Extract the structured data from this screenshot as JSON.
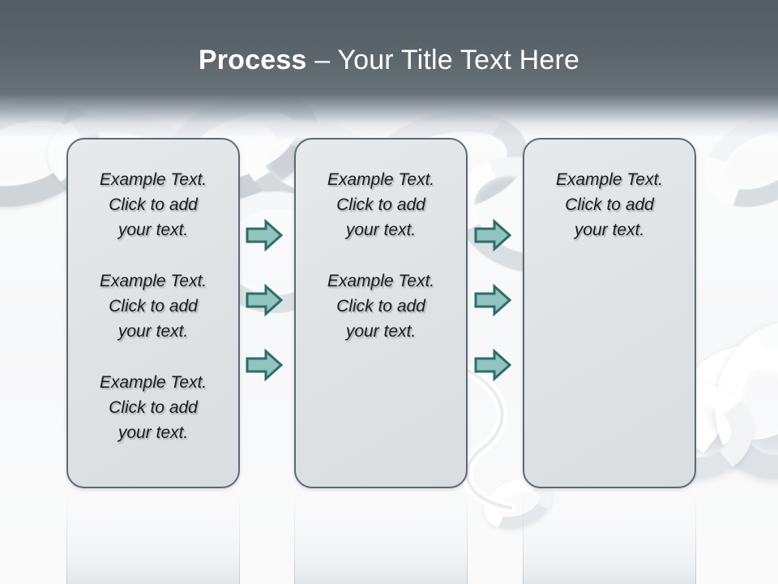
{
  "slide": {
    "title_strong": "Process",
    "title_rest": " – Your Title Text Here",
    "background_theme": "metal-chain-links",
    "colors": {
      "header_band": "#5a646b",
      "title_text": "#ffffff",
      "box_fill": "#dfe3e5",
      "box_border": "#5c6a73",
      "arrow_fill": "#92c4be",
      "arrow_border": "#2f6d6c",
      "body_text": "#1b1b1b"
    }
  },
  "boxes": [
    {
      "name": "stage-1",
      "texts": [
        "Example Text.\nClick  to add\nyour text.",
        "Example Text.\nClick  to add\nyour text.",
        "Example Text.\nClick  to add\nyour text."
      ]
    },
    {
      "name": "stage-2",
      "texts": [
        "Example Text.\nClick  to add\nyour text.",
        "Example Text.\nClick  to add\nyour text."
      ]
    },
    {
      "name": "stage-3",
      "texts": [
        "Example Text.\nClick  to add\nyour text."
      ]
    }
  ],
  "connectors": {
    "group_1_label": "stage-1-to-stage-2",
    "group_2_label": "stage-2-to-stage-3",
    "count_per_group": 3,
    "direction": "right"
  }
}
